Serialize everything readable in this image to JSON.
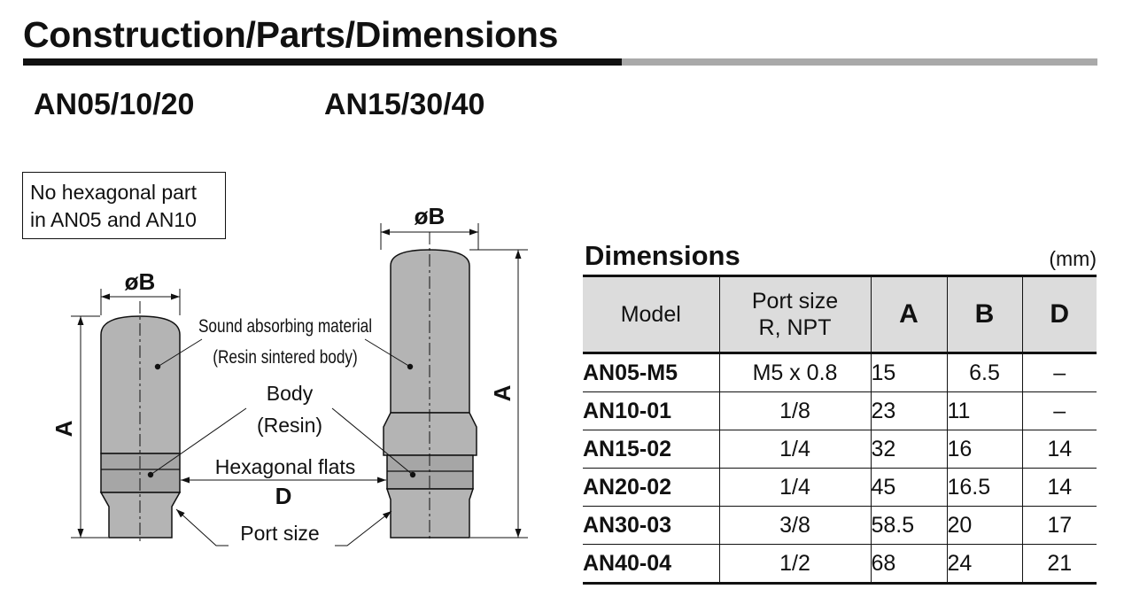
{
  "title": "Construction/Parts/Dimensions",
  "subtitles": {
    "left": "AN05/10/20",
    "right": "AN15/30/40"
  },
  "note": {
    "line1": "No hexagonal part",
    "line2": "in AN05 and AN10"
  },
  "drawing_labels": {
    "dia_b_left": "øB",
    "dia_b_right": "øB",
    "a_left": "A",
    "a_right": "A",
    "sound_line1": "Sound absorbing material",
    "sound_line2": "(Resin sintered body)",
    "body_line1": "Body",
    "body_line2": "(Resin)",
    "hex_flats": "Hexagonal flats",
    "d": "D",
    "port_size": "Port size"
  },
  "dimensions": {
    "heading": "Dimensions",
    "unit": "(mm)",
    "headers": {
      "model": "Model",
      "port_line1": "Port size",
      "port_line2": "R, NPT",
      "a": "A",
      "b": "B",
      "d": "D"
    },
    "rows": [
      {
        "model": "AN05-M5",
        "port": "M5 x 0.8",
        "a": "15",
        "b": "6.5",
        "d": "–"
      },
      {
        "model": "AN10-01",
        "port": "1/8",
        "a": "23",
        "b": "11",
        "d": "–"
      },
      {
        "model": "AN15-02",
        "port": "1/4",
        "a": "32",
        "b": "16",
        "d": "14"
      },
      {
        "model": "AN20-02",
        "port": "1/4",
        "a": "45",
        "b": "16.5",
        "d": "14"
      },
      {
        "model": "AN30-03",
        "port": "3/8",
        "a": "58.5",
        "b": "20",
        "d": "17"
      },
      {
        "model": "AN40-04",
        "port": "1/2",
        "a": "68",
        "b": "24",
        "d": "21"
      }
    ]
  }
}
